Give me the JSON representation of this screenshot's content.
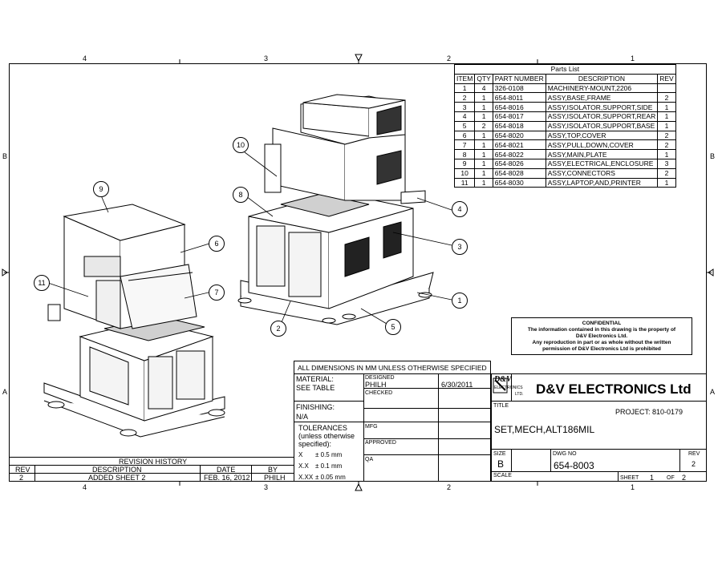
{
  "zones": {
    "top": [
      "4",
      "3",
      "2",
      "1"
    ],
    "bottom": [
      "4",
      "3",
      "2",
      "1"
    ],
    "left": [
      "B",
      "A"
    ],
    "right": [
      "B",
      "A"
    ]
  },
  "parts_list": {
    "title": "Parts List",
    "headers": [
      "ITEM",
      "QTY",
      "PART NUMBER",
      "DESCRIPTION",
      "REV"
    ],
    "rows": [
      {
        "item": "1",
        "qty": "4",
        "part": "326-0108",
        "desc": "MACHINERY-MOUNT,2206",
        "rev": ""
      },
      {
        "item": "2",
        "qty": "1",
        "part": "654-8011",
        "desc": "ASSY,BASE,FRAME",
        "rev": "2"
      },
      {
        "item": "3",
        "qty": "1",
        "part": "654-8016",
        "desc": "ASSY,ISOLATOR,SUPPORT,SIDE",
        "rev": "1"
      },
      {
        "item": "4",
        "qty": "1",
        "part": "654-8017",
        "desc": "ASSY,ISOLATOR,SUPPORT,REAR",
        "rev": "1"
      },
      {
        "item": "5",
        "qty": "2",
        "part": "654-8018",
        "desc": "ASSY,ISOLATOR,SUPPORT,BASE",
        "rev": "1"
      },
      {
        "item": "6",
        "qty": "1",
        "part": "654-8020",
        "desc": "ASSY,TOP,COVER",
        "rev": "2"
      },
      {
        "item": "7",
        "qty": "1",
        "part": "654-8021",
        "desc": "ASSY,PULL,DOWN,COVER",
        "rev": "2"
      },
      {
        "item": "8",
        "qty": "1",
        "part": "654-8022",
        "desc": "ASSY,MAIN,PLATE",
        "rev": "1"
      },
      {
        "item": "9",
        "qty": "1",
        "part": "654-8026",
        "desc": "ASSY,ELECTRICAL,ENCLOSURE",
        "rev": "3"
      },
      {
        "item": "10",
        "qty": "1",
        "part": "654-8028",
        "desc": "ASSY,CONNECTORS",
        "rev": "2"
      },
      {
        "item": "11",
        "qty": "1",
        "part": "654-8030",
        "desc": "ASSY,LAPTOP,AND,PRINTER",
        "rev": "1"
      }
    ]
  },
  "balloons": [
    "1",
    "2",
    "3",
    "4",
    "5",
    "6",
    "7",
    "8",
    "9",
    "10",
    "11"
  ],
  "confidential": {
    "title": "CONFIDENTIAL",
    "line1": "The information contained in this drawing is the property of",
    "line2": "D&V Electronics Ltd.",
    "line3": "Any reproduction in part or as whole without the written",
    "line4": "permission of D&V Electronics Ltd is prohibited"
  },
  "title_block": {
    "units_note": "ALL DIMENSIONS IN MM UNLESS OTHERWISE SPECIFIED",
    "material_label": "MATERIAL:",
    "material_value": "SEE TABLE",
    "finishing_label": "FINISHING:",
    "finishing_value": "N/A",
    "tolerances_label": "TOLERANCES",
    "tolerances_sub1": "(unless otherwise",
    "tolerances_sub2": "specified):",
    "tol_x_label": "X",
    "tol_x_value": "± 0.5 mm",
    "tol_xx_label": "X.X",
    "tol_xx_value": "± 0.1 mm",
    "tol_xxx_label": "X.XX",
    "tol_xxx_value": "± 0.05 mm",
    "designed_label": "DESIGNED",
    "designed_by": "PHILH",
    "designed_date": "6/30/2011",
    "checked_label": "CHECKED",
    "mfg_label": "MFG",
    "approved_label": "APPROVED",
    "qa_label": "QA",
    "logo_text": "D&V",
    "logo_sub1": "ELECTRONICS",
    "logo_sub2": "LTD.",
    "company": "D&V ELECTRONICS Ltd",
    "title_label": "TITLE",
    "project": "PROJECT: 810-0179",
    "drawing_title": "SET,MECH,ALT186MIL",
    "size_label": "SIZE",
    "size_value": "B",
    "dwg_label": "DWG NO",
    "dwg_value": "654-8003",
    "rev_label": "REV",
    "rev_value": "2",
    "scale_label": "SCALE",
    "sheet_label": "SHEET",
    "sheet_value": "1",
    "of_label": "OF",
    "of_value": "2"
  },
  "revision_history": {
    "title": "REVISION HISTORY",
    "headers": [
      "REV",
      "DESCRIPTION",
      "DATE",
      "BY"
    ],
    "rows": [
      {
        "rev": "2",
        "desc": "ADDED SHEET 2",
        "date": "FEB. 16, 2012",
        "by": "PHILH"
      }
    ]
  }
}
